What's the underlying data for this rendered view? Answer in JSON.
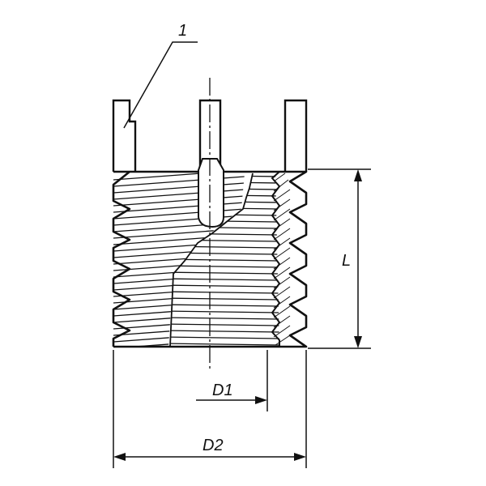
{
  "labels": {
    "part_number": "1",
    "length": "L",
    "inner_diameter": "D1",
    "outer_diameter": "D2"
  },
  "colors": {
    "line": "#111111",
    "background": "#ffffff"
  }
}
